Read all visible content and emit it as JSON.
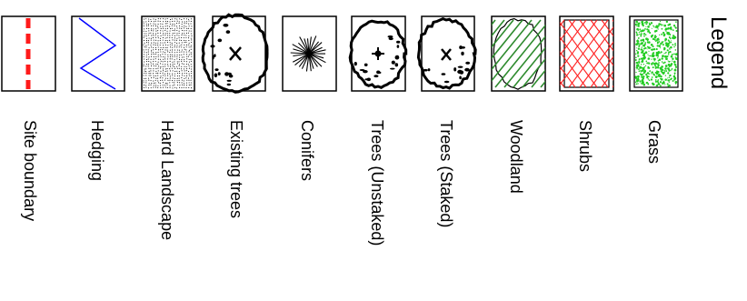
{
  "legend": {
    "title": "Legend",
    "items": [
      {
        "id": "site-boundary",
        "label": "Site boundary",
        "icon": "red-dashed-line-icon",
        "color": "#ff1a1a"
      },
      {
        "id": "hedging",
        "label": "Hedging",
        "icon": "blue-zigzag-line-icon",
        "color": "#0000ff"
      },
      {
        "id": "hard-landscape",
        "label": "Hard Landscape",
        "icon": "dotted-hatch-icon",
        "color": "#000000"
      },
      {
        "id": "existing-trees",
        "label": "Existing trees",
        "icon": "existing-tree-symbol-icon",
        "color": "#000000"
      },
      {
        "id": "conifers",
        "label": "Conifers",
        "icon": "conifer-starburst-icon",
        "color": "#000000"
      },
      {
        "id": "trees-unstaked",
        "label": "Trees (Unstaked)",
        "icon": "unstaked-tree-symbol-icon",
        "color": "#000000"
      },
      {
        "id": "trees-staked",
        "label": "Trees (Staked)",
        "icon": "staked-tree-symbol-icon",
        "color": "#000000"
      },
      {
        "id": "woodland",
        "label": "Woodland",
        "icon": "green-diagonal-hatch-icon",
        "color": "#2e8b2e"
      },
      {
        "id": "shrubs",
        "label": "Shrubs",
        "icon": "red-crosshatch-icon",
        "color": "#ff2020"
      },
      {
        "id": "grass",
        "label": "Grass",
        "icon": "green-speckle-icon",
        "color": "#22cc22"
      }
    ]
  }
}
